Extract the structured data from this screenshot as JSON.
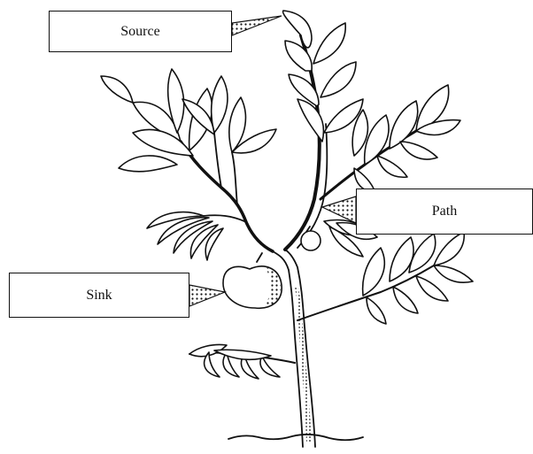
{
  "labels": {
    "source": "Source",
    "path": "Path",
    "sink": "Sink"
  }
}
